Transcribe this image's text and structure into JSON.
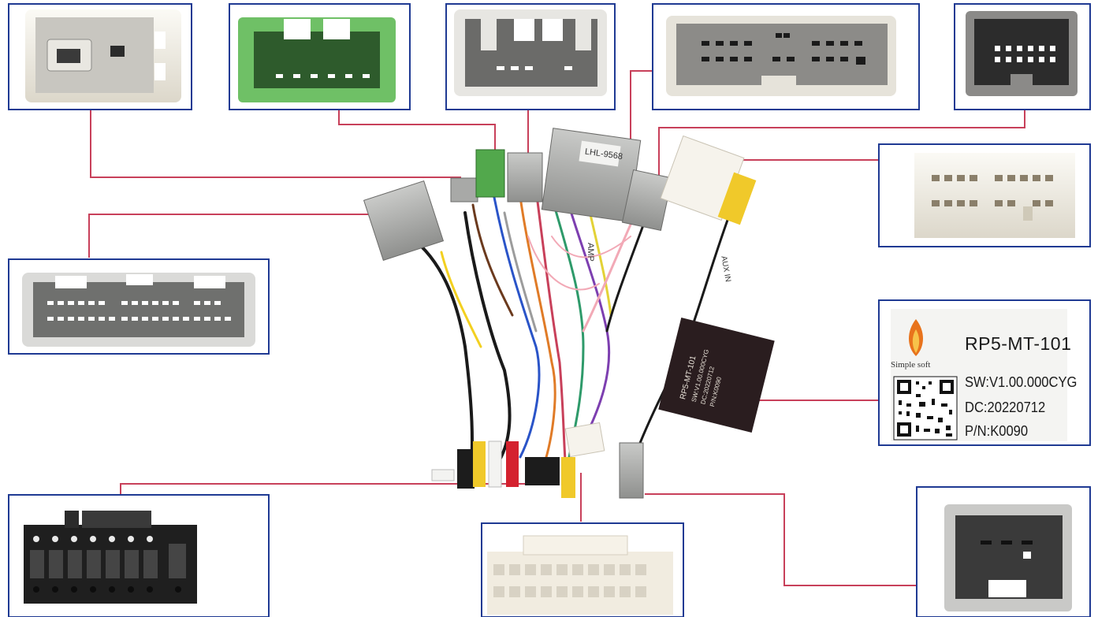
{
  "module_label": {
    "brand": "Simple soft",
    "model": "RP5-MT-101",
    "software": "SW:V1.00.000CYG",
    "date_code": "DC:20220712",
    "part_number": "P/N:K0090"
  },
  "harness_tags": {
    "main_connector_tag": "LHL-9568",
    "amp_tag": "AMP",
    "aux_tag": "AUX IN",
    "small_module_model": "RP5-MT-101",
    "small_module_sw": "SW:V1.00.000CYG",
    "small_module_dc": "DC:20220712",
    "small_module_pn": "P/N:K0090"
  },
  "colors": {
    "panel_border": "#1f3a93",
    "callout_line": "#c8405a",
    "connector_grey": "#a9aaa8",
    "connector_green": "#5fb15a",
    "connector_white": "#f1ede4",
    "connector_black": "#1c1c1c"
  }
}
